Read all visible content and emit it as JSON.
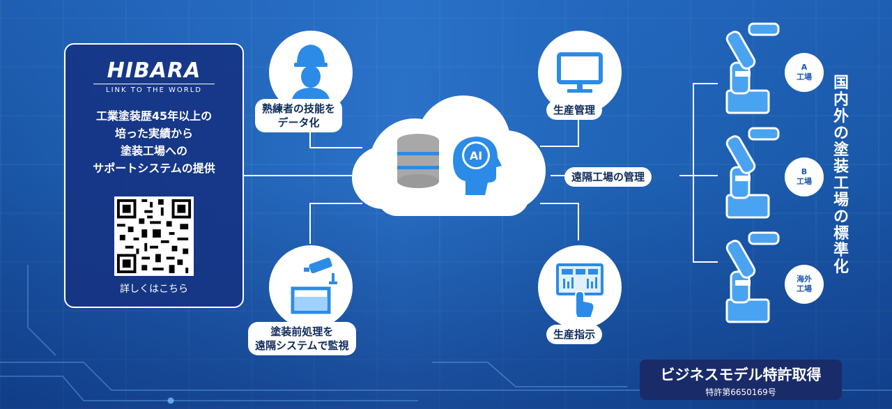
{
  "panel": {
    "logo": "HIBARA",
    "tagline": "LINK TO THE WORLD",
    "description_lines": [
      "工業塗装歴45年以上の",
      "培った実績から",
      "塗装工場への",
      "サポートシステムの提供"
    ],
    "qr_label": "詳しくはこちら"
  },
  "nodes": {
    "skill_data": "熟練者の技能を\nデータ化",
    "skill_data_l1": "熟練者の技能を",
    "skill_data_l2": "データ化",
    "production_mgmt": "生産管理",
    "remote_monitor_l1": "塗装前処理を",
    "remote_monitor_l2": "遠隔システムで監視",
    "production_instr": "生産指示",
    "remote_factory_mgmt": "遠隔工場の管理"
  },
  "cloud": {
    "ai_label": "AI"
  },
  "factories": [
    {
      "l1": "A",
      "l2": "工場"
    },
    {
      "l1": "B",
      "l2": "工場"
    },
    {
      "l1": "海外",
      "l2": "工場"
    }
  ],
  "vertical_title": [
    "国",
    "内",
    "外",
    "の",
    "塗",
    "装",
    "工",
    "場",
    "の",
    "標",
    "準",
    "化"
  ],
  "patent": {
    "title": "ビジネスモデル特許取得",
    "number": "特許第6650169号"
  },
  "colors": {
    "accent": "#2c8be6",
    "navy": "#1a2b6a",
    "bg": "#1e5fb0"
  }
}
